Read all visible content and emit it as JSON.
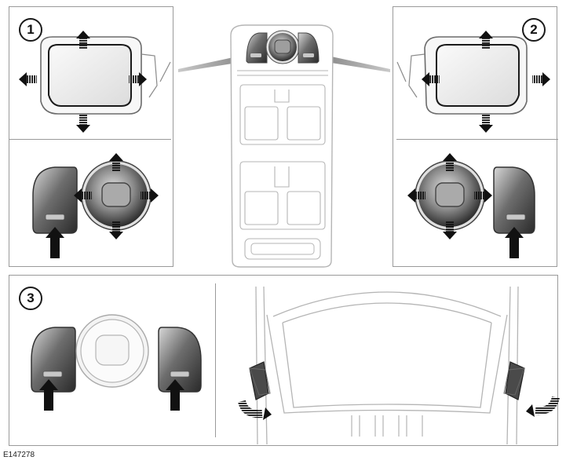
{
  "panels": {
    "panel1": {
      "number": "1"
    },
    "panel2": {
      "number": "2"
    },
    "panel3": {
      "number": "3"
    }
  },
  "reference_code": "E147278",
  "colors": {
    "frame": "#9a9a9a",
    "ink": "#1a1a1a",
    "arrow_fill": "#111111",
    "mirror_glass": "#eeeeee",
    "switch_dark": "#3a3a3a",
    "switch_light": "#bdbdbd",
    "car_line": "#b5b5b5"
  },
  "icons": [
    "mirror-glass",
    "direction-arrow",
    "mirror-select-switch",
    "joystick-knob",
    "push-arrow",
    "fold-arrow",
    "door-switch-pack",
    "car-top-view"
  ]
}
